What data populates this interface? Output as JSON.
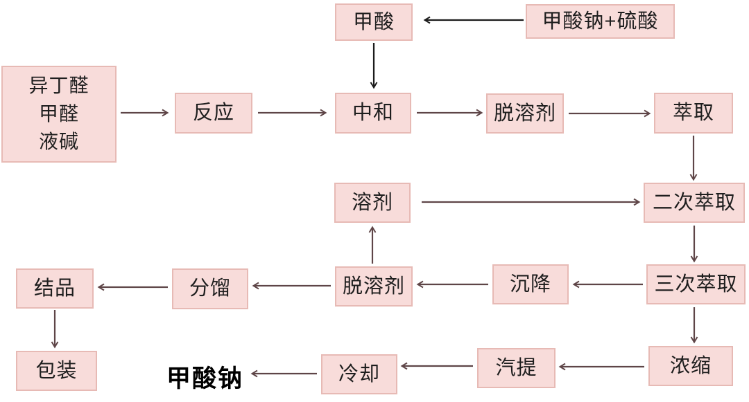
{
  "diagram": {
    "description_domain": "process-flowchart",
    "colors": {
      "box_fill": "#f8dcda",
      "box_border": "#e7bab5",
      "arrow_maroon": "#5e4547",
      "arrow_black": "#1b1b1b",
      "text": "#1e1e1e",
      "product_text": "#000000"
    },
    "nodes": {
      "feed": {
        "label": "异丁醛\n甲醛\n液碱"
      },
      "reaction": {
        "label": "反应"
      },
      "formic_acid": {
        "label": "甲酸"
      },
      "sodium_formate_sulfuric_acid": {
        "label": "甲酸钠+硫酸"
      },
      "neutralization": {
        "label": "中和"
      },
      "desolvent_top": {
        "label": "脱溶剂"
      },
      "extraction": {
        "label": "萃取"
      },
      "solvent": {
        "label": "溶剂"
      },
      "second_extraction": {
        "label": "二次萃取"
      },
      "third_extraction": {
        "label": "三次萃取"
      },
      "settling": {
        "label": "沉降"
      },
      "desolvent_mid": {
        "label": "脱溶剂"
      },
      "fractionation": {
        "label": "分馏"
      },
      "crystallization": {
        "label": "结品"
      },
      "packaging": {
        "label": "包装"
      },
      "cooling": {
        "label": "冷却"
      },
      "stripping": {
        "label": "汽提"
      },
      "concentration": {
        "label": "浓缩"
      },
      "product": {
        "label": "甲酸钠"
      }
    },
    "edges": [
      {
        "from": "sodium_formate_sulfuric_acid",
        "to": "formic_acid"
      },
      {
        "from": "formic_acid",
        "to": "neutralization"
      },
      {
        "from": "feed",
        "to": "reaction"
      },
      {
        "from": "reaction",
        "to": "neutralization"
      },
      {
        "from": "neutralization",
        "to": "desolvent_top"
      },
      {
        "from": "desolvent_top",
        "to": "extraction"
      },
      {
        "from": "extraction",
        "to": "second_extraction"
      },
      {
        "from": "solvent",
        "to": "second_extraction"
      },
      {
        "from": "second_extraction",
        "to": "third_extraction"
      },
      {
        "from": "third_extraction",
        "to": "settling"
      },
      {
        "from": "settling",
        "to": "desolvent_mid"
      },
      {
        "from": "desolvent_mid",
        "to": "solvent"
      },
      {
        "from": "desolvent_mid",
        "to": "fractionation"
      },
      {
        "from": "fractionation",
        "to": "crystallization"
      },
      {
        "from": "crystallization",
        "to": "packaging"
      },
      {
        "from": "third_extraction",
        "to": "concentration"
      },
      {
        "from": "concentration",
        "to": "stripping"
      },
      {
        "from": "stripping",
        "to": "cooling"
      },
      {
        "from": "cooling",
        "to": "product"
      }
    ]
  }
}
